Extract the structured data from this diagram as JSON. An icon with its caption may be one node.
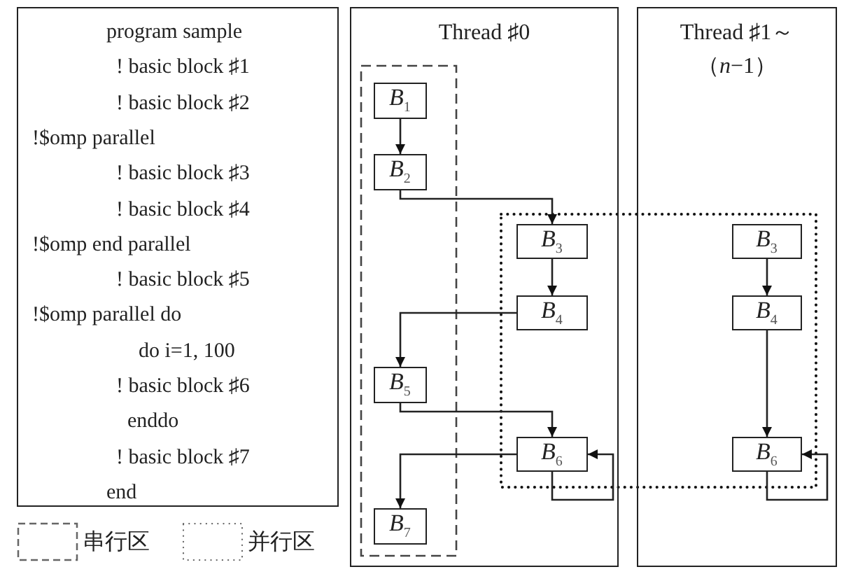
{
  "diagram": {
    "nodes": [
      {
        "text": [
          "program sample",
          "! basic block ♯1",
          "! basic block ♯2",
          "!$omp parallel",
          "! basic block ♯3",
          "! basic block ♯4",
          "!$omp end parallel",
          "! basic block ♯5",
          "!$omp parallel do",
          "do i=1, 100",
          "! basic block ♯6",
          "enddo",
          "! basic block ♯7",
          "end"
        ]
      },
      {
        "text": [
          "Thread ♯0"
        ]
      },
      {
        "text": [
          "Thread ♯1～（*n*−1）"
        ]
      },
      {
        "text": [
          "*B*$_{1}$"
        ],
        "in": 1
      },
      {
        "text": [
          "*B*$_{2}$"
        ],
        "in": 1
      },
      {
        "text": [
          "*B*$_{3}$"
        ],
        "in": 1
      },
      {
        "text": [
          "*B*$_{4}$"
        ],
        "in": 1
      },
      {
        "text": [
          "*B*$_{5}$"
        ],
        "in": 1
      },
      {
        "text": [
          "*B*$_{6}$"
        ],
        "in": 1
      },
      {
        "text": [
          "*B*$_{7}$"
        ],
        "in": 1
      },
      {
        "text": [
          "*B*$_{3}$"
        ],
        "in": 2
      },
      {
        "text": [
          "*B*$_{4}$"
        ],
        "in": 2
      },
      {
        "text": [
          "*B*$_{6}$"
        ],
        "in": 2
      }
    ],
    "edges": [
      {
        "from": 3,
        "to": 4,
        "arrow": "to"
      },
      {
        "from": 4,
        "to": 5,
        "arrow": "to"
      },
      {
        "from": 5,
        "to": 6,
        "arrow": "to"
      },
      {
        "from": 6,
        "to": 7,
        "arrow": "to"
      },
      {
        "from": 7,
        "to": 8,
        "arrow": "to"
      },
      {
        "from": 8,
        "to": 8,
        "arrow": "to"
      },
      {
        "from": 8,
        "to": 9,
        "arrow": "to"
      },
      {
        "from": 10,
        "to": 11,
        "arrow": "to"
      },
      {
        "from": 11,
        "to": 12,
        "arrow": "to"
      },
      {
        "from": 12,
        "to": 12,
        "arrow": "to"
      }
    ],
    "legend": [
      {
        "text": "串行区"
      },
      {
        "text": "并行区"
      }
    ]
  }
}
